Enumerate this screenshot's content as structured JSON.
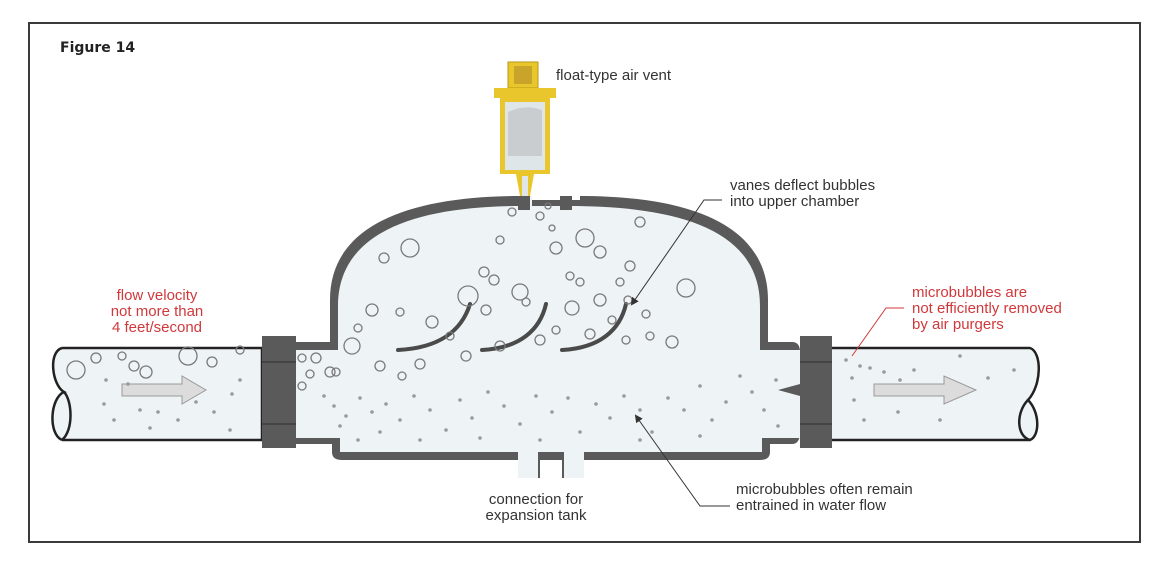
{
  "figure": {
    "title": "Figure 14"
  },
  "labels": {
    "air_vent": "float-type air vent",
    "vanes": [
      "vanes deflect bubbles",
      "into upper chamber"
    ],
    "flow_velocity": [
      "flow velocity",
      "not more than",
      "4 feet/second"
    ],
    "microbubbles_not_removed": [
      "microbubbles are",
      "not efficiently removed",
      "by air purgers"
    ],
    "expansion_tank": [
      "connection for",
      "expansion tank"
    ],
    "microbubbles_remain": [
      "microbubbles often remain",
      "entrained in water flow"
    ]
  },
  "colors": {
    "annotation_red": "#d0393b",
    "annotation_dark": "#333333",
    "body_gray": "#5a5a5a",
    "water_fill": "#eef3f5",
    "vent_brass": "#e8c62c",
    "bubble_stroke": "#7a7a7a"
  }
}
